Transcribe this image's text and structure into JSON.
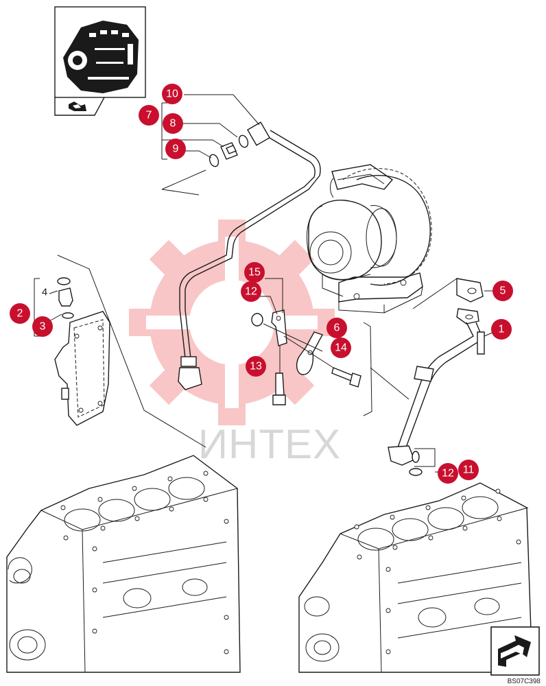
{
  "callouts": [
    {
      "label": "1",
      "style": "red"
    },
    {
      "label": "2",
      "style": "red"
    },
    {
      "label": "3",
      "style": "red"
    },
    {
      "label": "4",
      "style": "plain"
    },
    {
      "label": "5",
      "style": "red"
    },
    {
      "label": "6",
      "style": "red"
    },
    {
      "label": "7",
      "style": "red"
    },
    {
      "label": "8",
      "style": "red"
    },
    {
      "label": "9",
      "style": "red"
    },
    {
      "label": "10",
      "style": "red"
    },
    {
      "label": "11",
      "style": "red"
    },
    {
      "label": "12",
      "style": "red"
    },
    {
      "label": "12",
      "style": "red"
    },
    {
      "label": "13",
      "style": "red"
    },
    {
      "label": "14",
      "style": "red"
    },
    {
      "label": "15",
      "style": "red"
    }
  ],
  "watermark": {
    "text": "ИНТЕХ",
    "color": "#f07a7a"
  },
  "drawing_code": "BS07C398",
  "accent_color": "#c8102e",
  "icons": {
    "thumbnail": "engine-thumbnail-icon",
    "corner": "navigation-arrow-icon"
  }
}
